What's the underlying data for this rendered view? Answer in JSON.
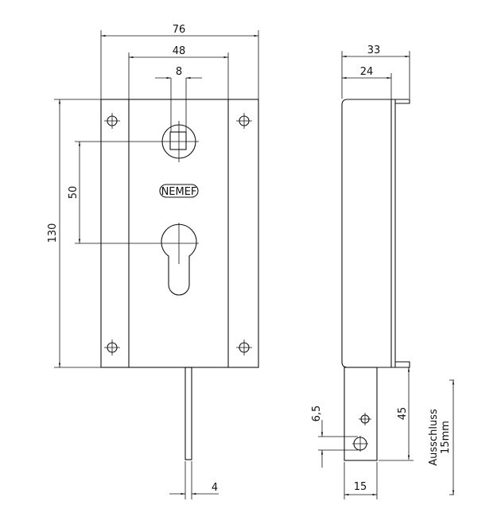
{
  "front_view": {
    "dim_width": "76",
    "dim_inner_width": "48",
    "dim_spindle": "8",
    "dim_height": "130",
    "dim_center_distance": "50",
    "dim_rod": "4",
    "logo": "NEMEF"
  },
  "side_view": {
    "dim_total_depth": "33",
    "dim_body_depth": "24",
    "dim_bolt_length": "45",
    "dim_bolt_width": "15",
    "dim_hole": "6,5",
    "throw_label": "Ausschluss",
    "throw_value": "15mm"
  }
}
